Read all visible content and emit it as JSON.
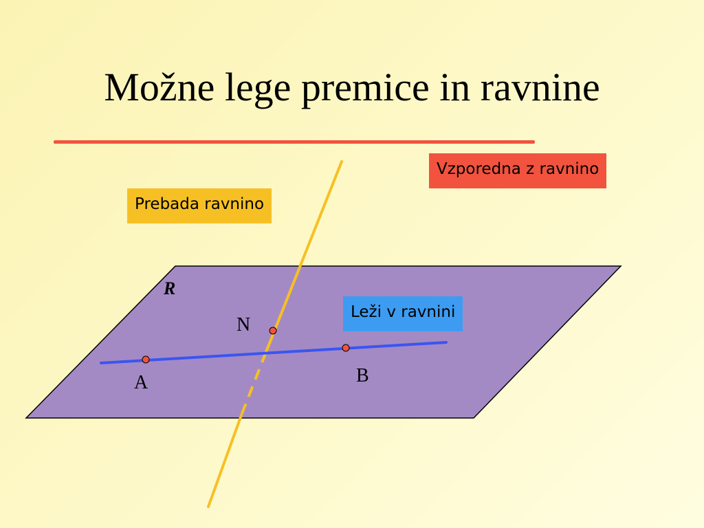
{
  "slide": {
    "title": "Možne lege premice in ravnine"
  },
  "labels": {
    "parallel": "Vzporedna z ravnino",
    "pierce": "Prebada ravnino",
    "lies": "Leži v ravnini"
  },
  "plane": {
    "name": "R"
  },
  "points": {
    "A": "A",
    "B": "B",
    "N": "N"
  },
  "colors": {
    "plane_fill": "#a48ac4",
    "title_rule": "#f1533f",
    "line_in_plane": "#3a55f0",
    "piercing_line": "#f6c025",
    "point_fill": "#f1533f",
    "box_parallel": "#f1533f",
    "box_pierce": "#f6c025",
    "box_lies": "#3d9cf2"
  }
}
